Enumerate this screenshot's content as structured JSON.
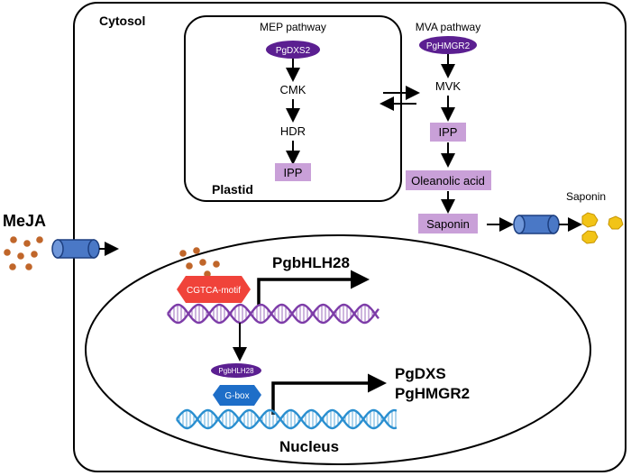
{
  "labels": {
    "cytosol": "Cytosol",
    "plastid": "Plastid",
    "nucleus": "Nucleus",
    "meja": "MeJA",
    "saponin_outside": "Saponin",
    "mep_pathway": "MEP pathway",
    "mva_pathway": "MVA pathway"
  },
  "mep": {
    "enzyme": "PgDXS2",
    "steps": [
      "CMK",
      "HDR"
    ],
    "product": "IPP"
  },
  "mva": {
    "enzyme": "PgHMGR2",
    "steps": [
      "MVK"
    ],
    "products": [
      "IPP",
      "Oleanolic acid",
      "Saponin"
    ]
  },
  "nucleus_content": {
    "motif": "CGTCA-motif",
    "gene1": "PgbHLH28",
    "tf": "PgbHLH28",
    "box": "G-box",
    "targets": [
      "PgDXS",
      "PgHMGR2"
    ]
  },
  "colors": {
    "enzyme_purple": "#5b1f91",
    "product_box": "#c9a0d8",
    "motif_red": "#f0433a",
    "gbox_blue": "#1e6ec8",
    "channel_blue": "#4a78c6",
    "meja_dot": "#c0662a",
    "saponin_yellow": "#f2c417",
    "dna_purple": "#7d3ca8",
    "dna_blue": "#2a8fd0"
  }
}
